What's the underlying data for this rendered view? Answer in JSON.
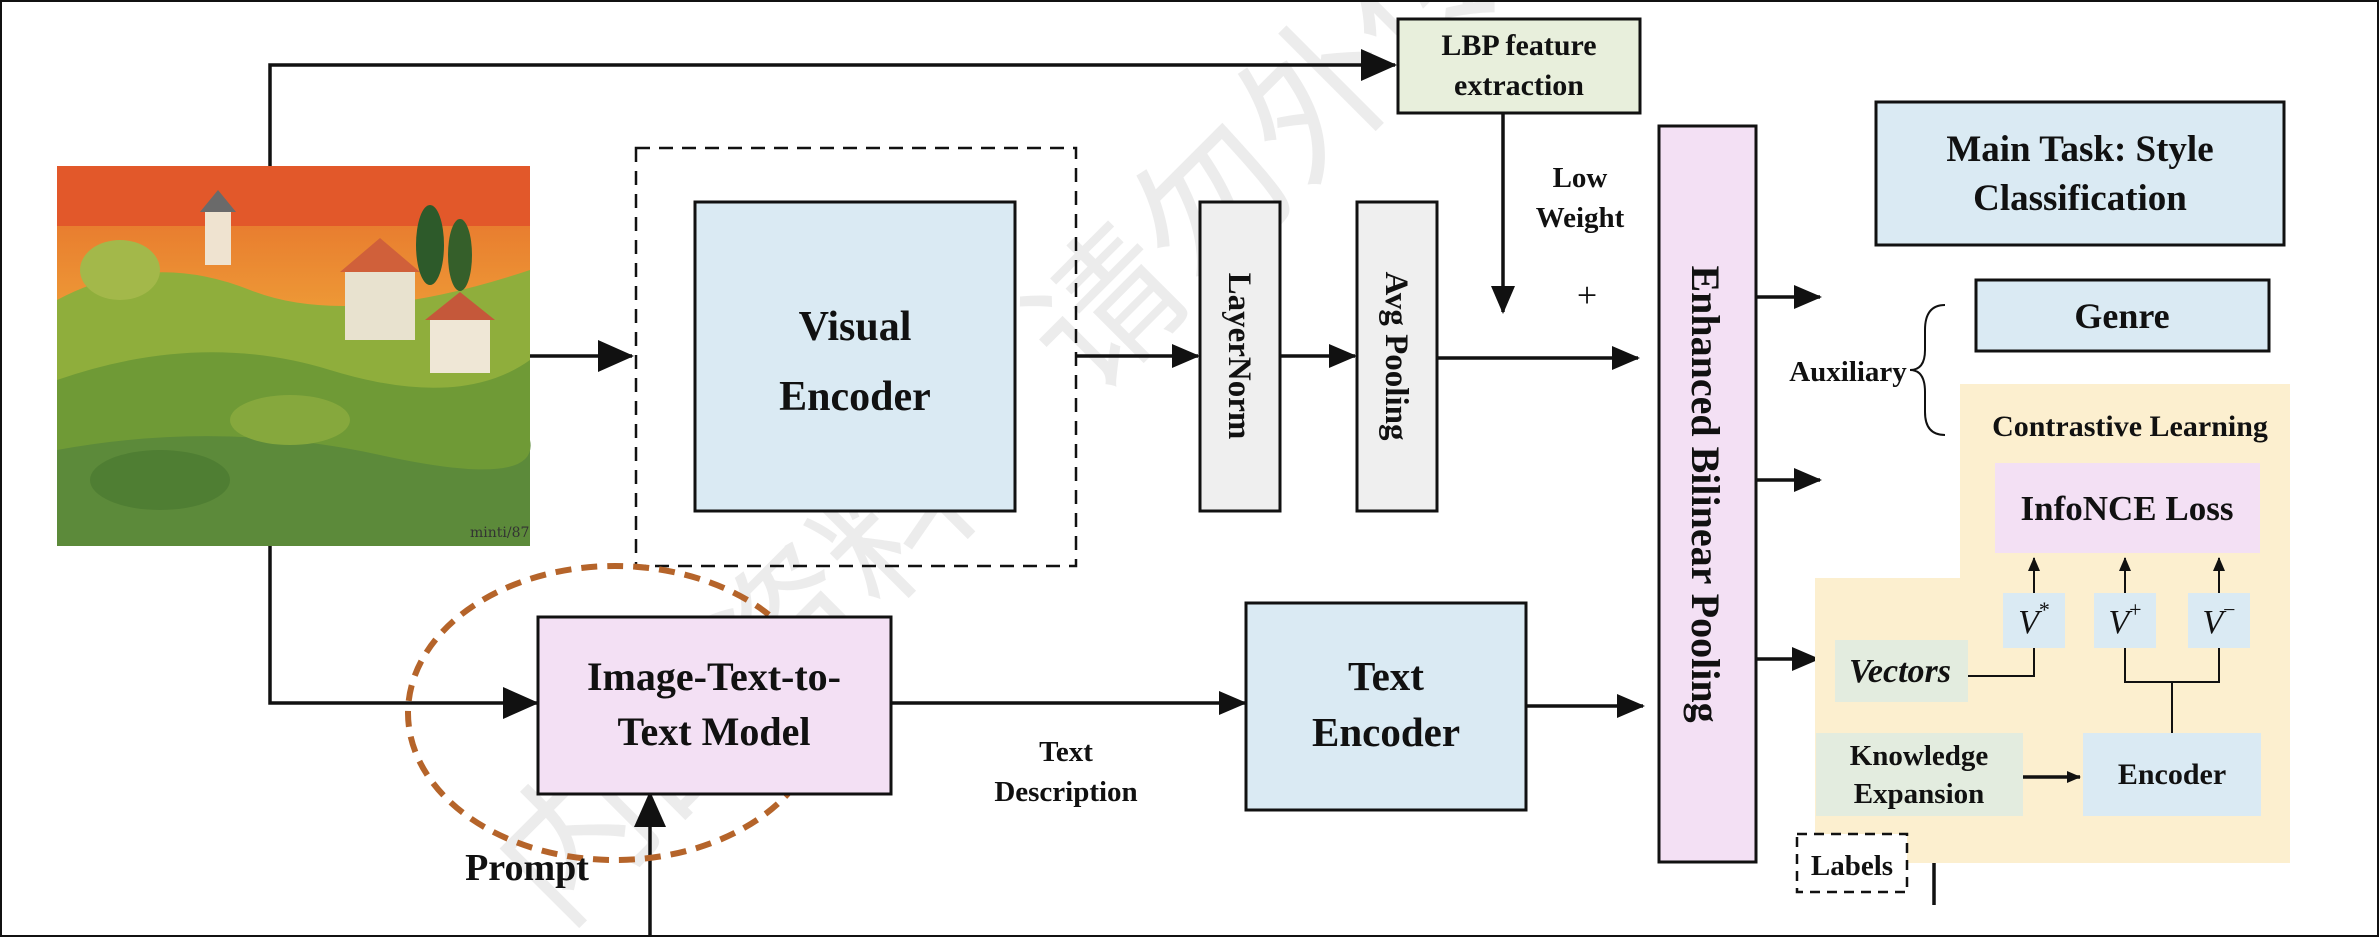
{
  "colors": {
    "blue": "#daeaf3",
    "pink": "#f3e0f4",
    "green": "#e8efdc",
    "cream": "#fcefcf",
    "light_green": "#e3ecdf",
    "ellipse": "#b5642a",
    "watermark": "#c8c8c8"
  },
  "nodes": {
    "lbp": [
      "LBP feature",
      "extraction"
    ],
    "low_weight": [
      "Low",
      "Weight"
    ],
    "plus": "+",
    "visual_encoder": [
      "Visual",
      "Encoder"
    ],
    "layernorm": "LayerNorm",
    "avg_pooling": "Avg Pooling",
    "enhanced_bilinear": "Enhanced Bilinear Pooling",
    "main_task": [
      "Main Task: Style",
      "Classification"
    ],
    "genre": "Genre",
    "auxiliary": "Auxiliary",
    "contrastive": "Contrastive Learning",
    "infonce": "InfoNCE Loss",
    "v_star": "V*",
    "v_plus": "V⁺",
    "v_minus": "V⁻",
    "vectors": "Vectors",
    "knowledge": [
      "Knowledge",
      "Expansion"
    ],
    "encoder": "Encoder",
    "labels": "Labels",
    "image_text_model": [
      "Image-Text-to-",
      "Text Model"
    ],
    "text_description": [
      "Text",
      "Description"
    ],
    "text_encoder": [
      "Text",
      "Encoder"
    ],
    "prompt": "Prompt"
  },
  "watermark": "内部资料，请勿外传"
}
